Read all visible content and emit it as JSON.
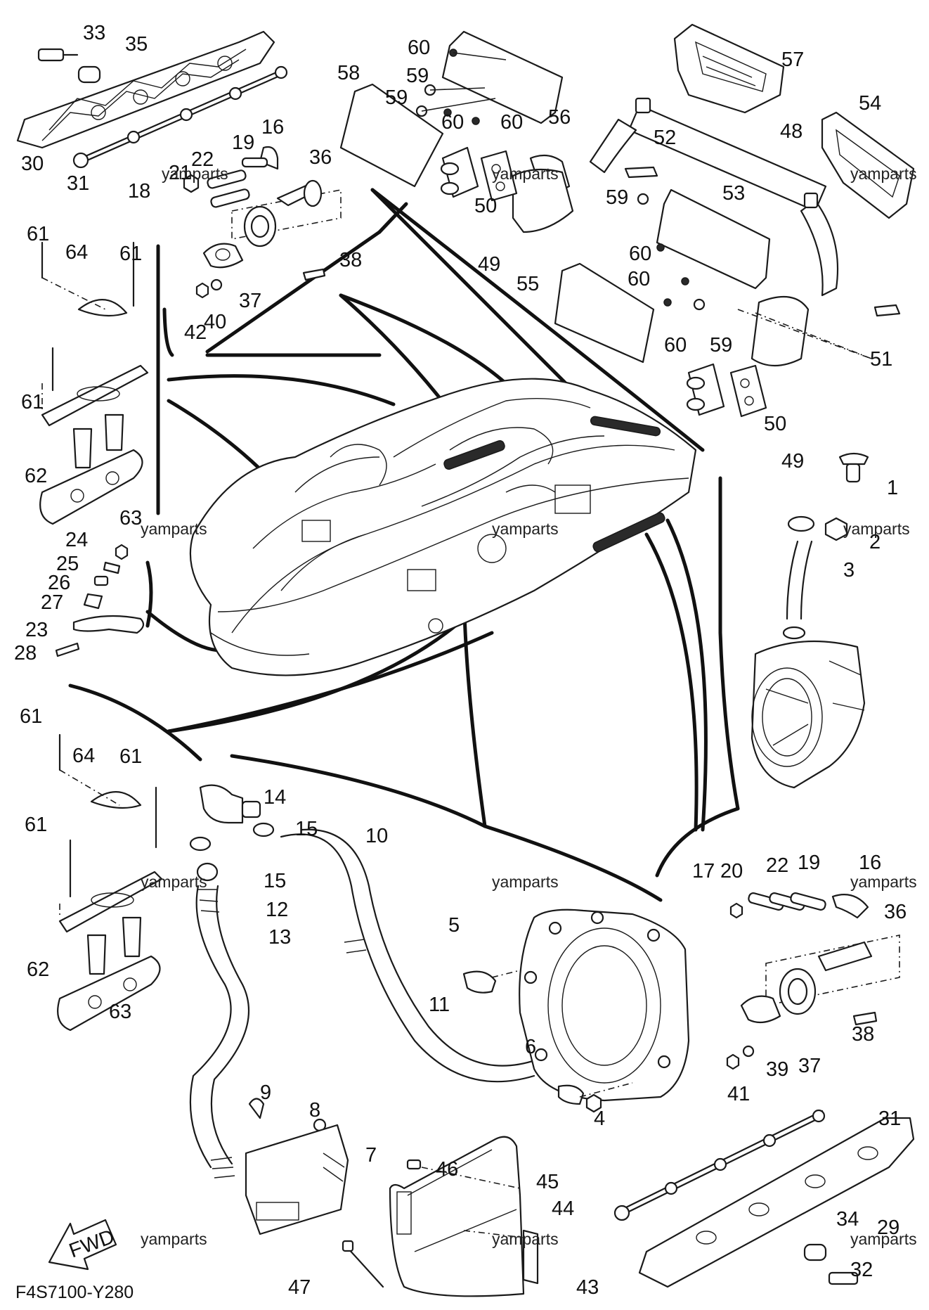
{
  "diagram_code": "F4S7100-Y280",
  "fwd_label": "FWD",
  "watermark": "yamparts",
  "part_numbers": [
    "1",
    "2",
    "3",
    "4",
    "5",
    "6",
    "7",
    "8",
    "9",
    "10",
    "11",
    "12",
    "13",
    "14",
    "15",
    "16",
    "17",
    "18",
    "19",
    "20",
    "21",
    "22",
    "23",
    "24",
    "25",
    "26",
    "27",
    "28",
    "29",
    "30",
    "31",
    "32",
    "33",
    "34",
    "35",
    "36",
    "37",
    "38",
    "39",
    "40",
    "41",
    "42",
    "43",
    "44",
    "45",
    "46",
    "47",
    "48",
    "49",
    "50",
    "51",
    "52",
    "53",
    "54",
    "55",
    "56",
    "57",
    "58",
    "59",
    "60",
    "61",
    "62",
    "63",
    "64"
  ]
}
